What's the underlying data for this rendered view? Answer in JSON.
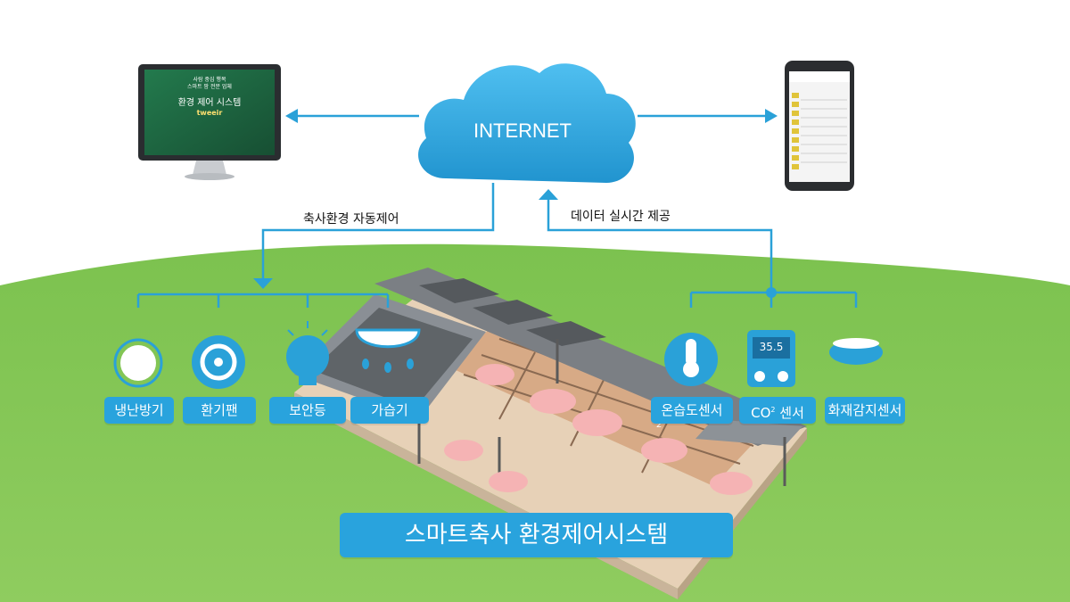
{
  "cloud": {
    "label": "INTERNET"
  },
  "monitor": {
    "tagline_1": "사람 중심 행복",
    "tagline_2": "스마트 팜 전문 업체",
    "title": "환경 제어 시스템",
    "brand": "tweeir"
  },
  "flows": {
    "control_label": "축사환경 자동제어",
    "data_label": "데이터 실시간 제공"
  },
  "actuators": [
    {
      "label": "냉난방기",
      "icon": "thermostat-dial-icon"
    },
    {
      "label": "환기팬",
      "icon": "ventilation-fan-icon"
    },
    {
      "label": "보안등",
      "icon": "light-bulb-icon"
    },
    {
      "label": "가습기",
      "icon": "humidifier-icon"
    }
  ],
  "sensors": [
    {
      "label": "온습도센서",
      "icon": "thermometer-icon"
    },
    {
      "label_main": "CO",
      "label_sup": "2",
      "label_rest": " 센서",
      "icon": "co2-meter-icon",
      "reading": "35.5"
    },
    {
      "label": "화재감지센서",
      "icon": "smoke-detector-icon"
    }
  ],
  "barn_marker": "2",
  "title": "스마트축사 환경제어시스템",
  "colors": {
    "accent": "#29a3dd",
    "grass": "#7cc24f",
    "line": "#2aa1d8",
    "monitor_screen": "#1f6b44",
    "pig": "#f5b3b4"
  }
}
